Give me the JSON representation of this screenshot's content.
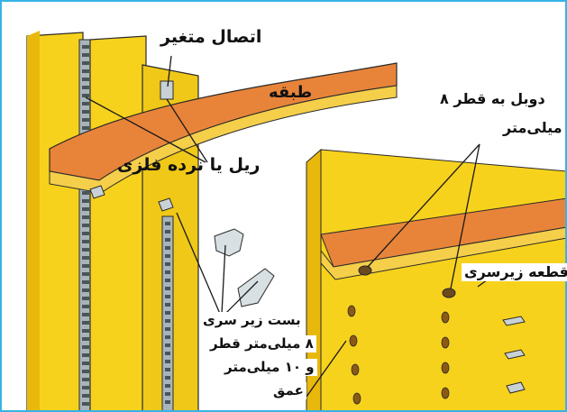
{
  "labels": {
    "variable_joint": "اتصال متغیر",
    "shelf": "طبقه",
    "metal_rail": "ریل یا نرده فلزی",
    "dowel_line1": "دوبل به قطر ۸",
    "dowel_line2": "میلی‌متر",
    "shelf_support": "قطعه زیرسری",
    "bracket_line1": "بست زیر سری",
    "bracket_line2": "۸ میلی‌متر قطر",
    "bracket_line3": "و ۱۰ میلی‌متر",
    "bracket_line4": "عمق"
  },
  "colors": {
    "panel_yellow": "#f7d21c",
    "panel_edge": "#e8b80c",
    "shelf_orange": "#e8843a",
    "shelf_edge": "#f5cf4a",
    "metal": "#a7b4bb",
    "outline": "#2a2a2a",
    "border": "#37b3e6"
  }
}
